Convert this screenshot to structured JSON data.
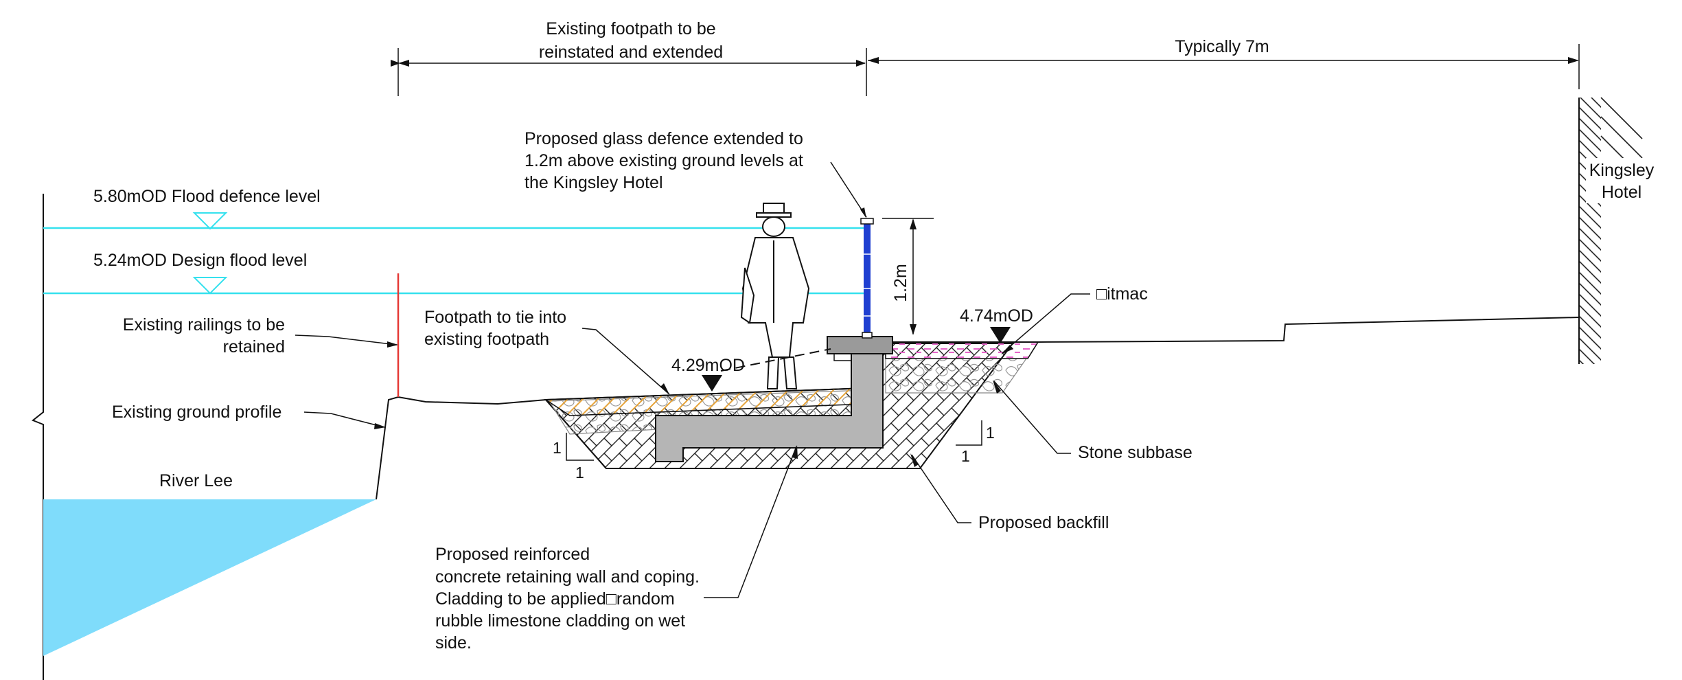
{
  "labels": {
    "footpath_dim": [
      "Existing footpath to be",
      "reinstated and extended"
    ],
    "typical_dim": "Typically 7m",
    "glass_defence": [
      "Proposed glass defence extended to",
      "1.2m above existing ground levels at",
      "the Kingsley Hotel"
    ],
    "flood_defence_level": "5.80mOD Flood defence level",
    "design_flood_level": "5.24mOD Design flood level",
    "railings": [
      "Existing railings to be",
      "retained"
    ],
    "footpath_tie": [
      "Footpath to tie into",
      "existing footpath"
    ],
    "level_left": "4.29mOD",
    "level_right": "4.74mOD",
    "bitmac": "□itmac",
    "ground_profile": "Existing ground profile",
    "river": "River Lee",
    "stone_subbase": "Stone subbase",
    "backfill": "Proposed backfill",
    "wall_note": [
      "Proposed reinforced",
      "concrete retaining wall and coping.",
      "Cladding to be applied□random",
      "rubble limestone cladding on wet",
      "side."
    ],
    "height_dim": "1.2m",
    "hotel": [
      "Kingsley",
      "Hotel"
    ],
    "slope_left": [
      "1",
      "1"
    ],
    "slope_right": [
      "1",
      "1"
    ]
  },
  "colors": {
    "river_water": "#7fdcfb",
    "flood_line": "#35e1ee",
    "railing": "#e53935",
    "glass_defence": "#1f3fd1",
    "concrete_wall": "#b5b5b5",
    "footpath_hatch": "#e6a43a",
    "bitmac_hatch": "#e565c9"
  }
}
